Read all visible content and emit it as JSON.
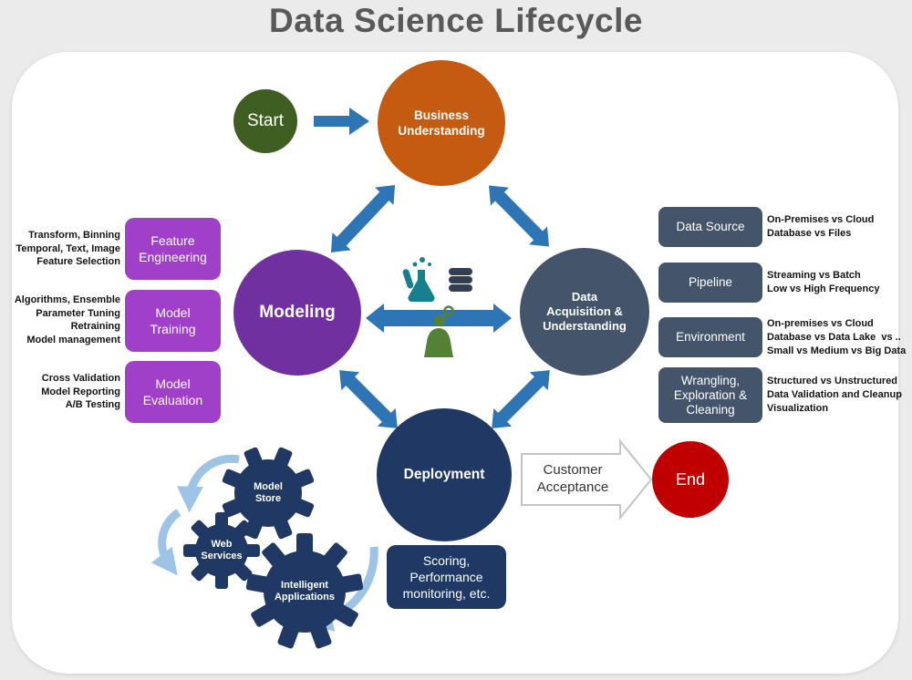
{
  "title": "Data Science Lifecycle",
  "stages": {
    "start": {
      "label": "Start",
      "color": "#3F5E21"
    },
    "business_understanding": {
      "label": "Business\nUnderstanding",
      "color": "#C55A11"
    },
    "modeling": {
      "label": "Modeling",
      "color": "#7030A0"
    },
    "data_acquisition": {
      "label": "Data\nAcquisition &\nUnderstanding",
      "color": "#44546A"
    },
    "deployment": {
      "label": "Deployment",
      "color": "#1F3864"
    },
    "end": {
      "label": "End",
      "color": "#C00000"
    }
  },
  "left_panel": {
    "box_color": "#A03FC8",
    "items": [
      {
        "box": "Feature\nEngineering",
        "notes": "Transform, Binning\nTemporal, Text, Image\nFeature Selection"
      },
      {
        "box": "Model\nTraining",
        "notes": "Algorithms, Ensemble\nParameter Tuning\nRetraining\nModel management"
      },
      {
        "box": "Model\nEvaluation",
        "notes": "Cross Validation\nModel Reporting\nA/B Testing"
      }
    ]
  },
  "right_panel": {
    "box_color": "#44546A",
    "items": [
      {
        "box": "Data Source",
        "notes": "On-Premises vs Cloud\nDatabase vs Files"
      },
      {
        "box": "Pipeline",
        "notes": "Streaming vs Batch\nLow vs High Frequency"
      },
      {
        "box": "Environment",
        "notes": "On-premises vs Cloud\nDatabase vs Data Lake  vs ..\nSmall vs Medium vs Big Data"
      },
      {
        "box": "Wrangling,\nExploration &\nCleaning",
        "notes": "Structured vs Unstructured\nData Validation and Cleanup\nVisualization"
      }
    ]
  },
  "deployment_targets": {
    "gears": [
      {
        "label": "Model\nStore"
      },
      {
        "label": "Web\nServices"
      },
      {
        "label": "Intelligent\nApplications"
      }
    ],
    "note": "Scoring,\nPerformance\nmonitoring, etc."
  },
  "transition": {
    "label": "Customer\nAcceptance"
  },
  "icons": [
    "flask-icon",
    "database-icon",
    "data-scientist-icon",
    "gear-icon",
    "cycle-arrow-icon",
    "block-arrow-icon"
  ],
  "colors": {
    "arrow_blue": "#2E75B6",
    "gear_navy": "#1F3864",
    "cycle_arrow_light_blue": "#9DC3E6",
    "flask_teal": "#17808D",
    "database_gray": "#333F50",
    "person_green": "#548235",
    "background": "#ECEBEB",
    "panel": "#FFFFFF",
    "title_gray": "#595959"
  }
}
